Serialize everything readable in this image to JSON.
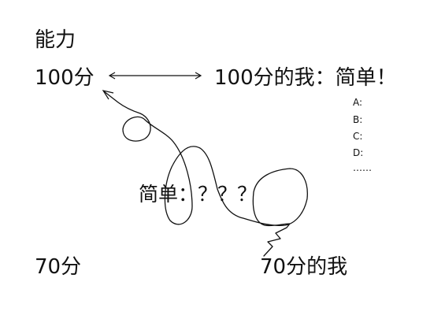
{
  "heading": "能力",
  "top_left_score": "100分",
  "top_right_statement": "100分的我：简单！",
  "options": [
    "A:",
    "B:",
    "C:",
    "D:",
    "……"
  ],
  "middle_text": "简单：？？？",
  "bottom_left_score": "70分",
  "bottom_right_statement": "70分的我"
}
